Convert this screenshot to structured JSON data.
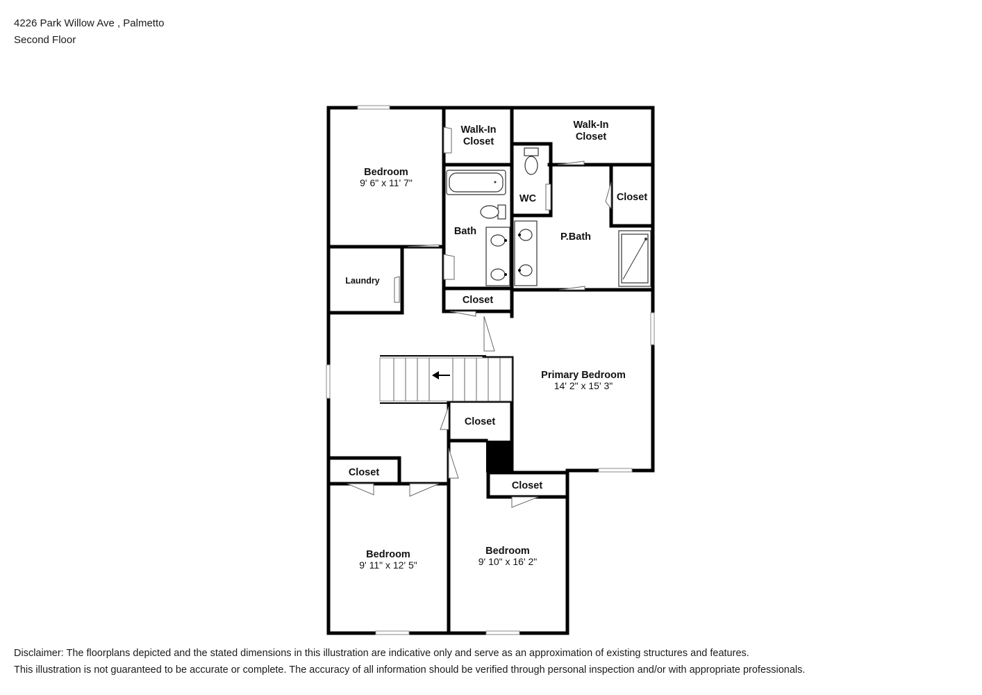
{
  "header": {
    "address": "4226 Park Willow Ave , Palmetto",
    "floor": "Second Floor"
  },
  "rooms": {
    "bedroom_nw": {
      "name": "Bedroom",
      "dims": "9' 6\" x 11' 7\""
    },
    "walkin_closet_1": {
      "line1": "Walk-In",
      "line2": "Closet"
    },
    "walkin_closet_2": {
      "line1": "Walk-In",
      "line2": "Closet"
    },
    "bath": {
      "name": "Bath"
    },
    "wc": {
      "name": "WC"
    },
    "pbath": {
      "name": "P.Bath"
    },
    "closet_pbath": {
      "name": "Closet"
    },
    "laundry": {
      "name": "Laundry"
    },
    "closet_hall_top": {
      "name": "Closet"
    },
    "primary_bedroom": {
      "name": "Primary Bedroom",
      "dims": "14' 2\" x 15' 3\""
    },
    "closet_mid": {
      "name": "Closet"
    },
    "closet_sw": {
      "name": "Closet"
    },
    "closet_se": {
      "name": "Closet"
    },
    "bedroom_sw": {
      "name": "Bedroom",
      "dims": "9' 11\" x 12' 5\""
    },
    "bedroom_se": {
      "name": "Bedroom",
      "dims": "9' 10\" x 16' 2\""
    }
  },
  "disclaimer": {
    "line1": "Disclaimer: The floorplans depicted and the stated dimensions in this illustration are indicative only and serve as an approximation of existing structures and features.",
    "line2": "This illustration is not guaranteed to be accurate or complete. The accuracy of all information should be verified through personal inspection and/or with appropriate professionals."
  }
}
